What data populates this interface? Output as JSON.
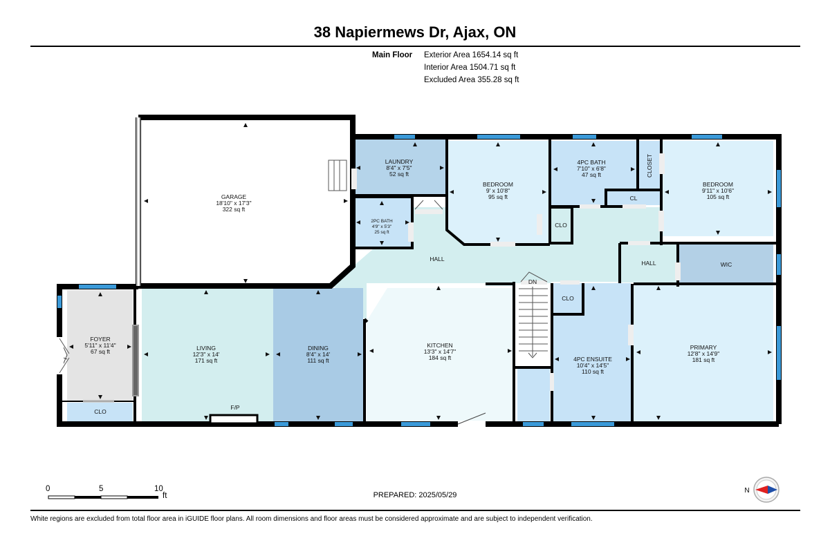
{
  "header": {
    "address": "38 Napiermews Dr, Ajax, ON"
  },
  "floor_summary": {
    "floor_name": "Main Floor",
    "exterior_area": "Exterior Area 1654.14 sq ft",
    "interior_area": "Interior Area 1504.71 sq ft",
    "excluded_area": "Excluded Area 355.28 sq ft"
  },
  "rooms": {
    "garage": {
      "name": "GARAGE",
      "dims": "18'10\" x 17'3\"",
      "area": "322 sq ft"
    },
    "laundry": {
      "name": "LAUNDRY",
      "dims": "8'4\" x 7'5\"",
      "area": "52 sq ft"
    },
    "bedroom_1": {
      "name": "BEDROOM",
      "dims": "9' x 10'8\"",
      "area": "95 sq ft"
    },
    "bath_4pc": {
      "name": "4PC BATH",
      "dims": "7'10\" x 6'8\"",
      "area": "47 sq ft"
    },
    "bedroom_2": {
      "name": "BEDROOM",
      "dims": "9'11\" x 10'6\"",
      "area": "105 sq ft"
    },
    "bath_2pc": {
      "name": "2PC BATH",
      "dims": "4'9\" x 5'3\"",
      "area": "25 sq ft"
    },
    "foyer": {
      "name": "FOYER",
      "dims": "5'11\" x 11'4\"",
      "area": "67 sq ft"
    },
    "living": {
      "name": "LIVING",
      "dims": "12'3\" x 14'",
      "area": "171 sq ft"
    },
    "dining": {
      "name": "DINING",
      "dims": "8'4\" x 14'",
      "area": "111 sq ft"
    },
    "kitchen": {
      "name": "KITCHEN",
      "dims": "13'3\" x 14'7\"",
      "area": "184 sq ft"
    },
    "ensuite": {
      "name": "4PC ENSUITE",
      "dims": "10'4\" x 14'5\"",
      "area": "110 sq ft"
    },
    "primary": {
      "name": "PRIMARY",
      "dims": "12'8\" x 14'9\"",
      "area": "181 sq ft"
    }
  },
  "labels": {
    "hall_main": "HALL",
    "hall_small": "HALL",
    "wic": "WIC",
    "closet": "CLOSET",
    "cl": "CL",
    "clo_bedroom": "CLO",
    "clo_stairs": "CLO",
    "clo_foyer": "CLO",
    "fireplace": "F/P",
    "stairs_dn": "DN"
  },
  "scale_bar": {
    "ticks": [
      "0",
      "5",
      "10"
    ],
    "unit": "ft"
  },
  "compass_label": "N",
  "prepared": "PREPARED: 2025/05/29",
  "footer_note": "White regions are excluded from total floor area in iGUIDE floor plans. All room dimensions and floor areas must be considered approximate and are subject to independent verification.",
  "colors": {
    "wall": "#000000",
    "window": "#3b9ad9",
    "room_blue": "#c7e3f7",
    "room_light": "#dcf1fb",
    "hall": "#d3eeef",
    "kitchen": "#eef9fb",
    "dining": "#a9cbe5",
    "laundry": "#b5d4ea",
    "wic": "#b3d0e6",
    "foyer": "#e4e4e4",
    "compass_red": "#e02020",
    "compass_blue": "#1f4fa8"
  }
}
